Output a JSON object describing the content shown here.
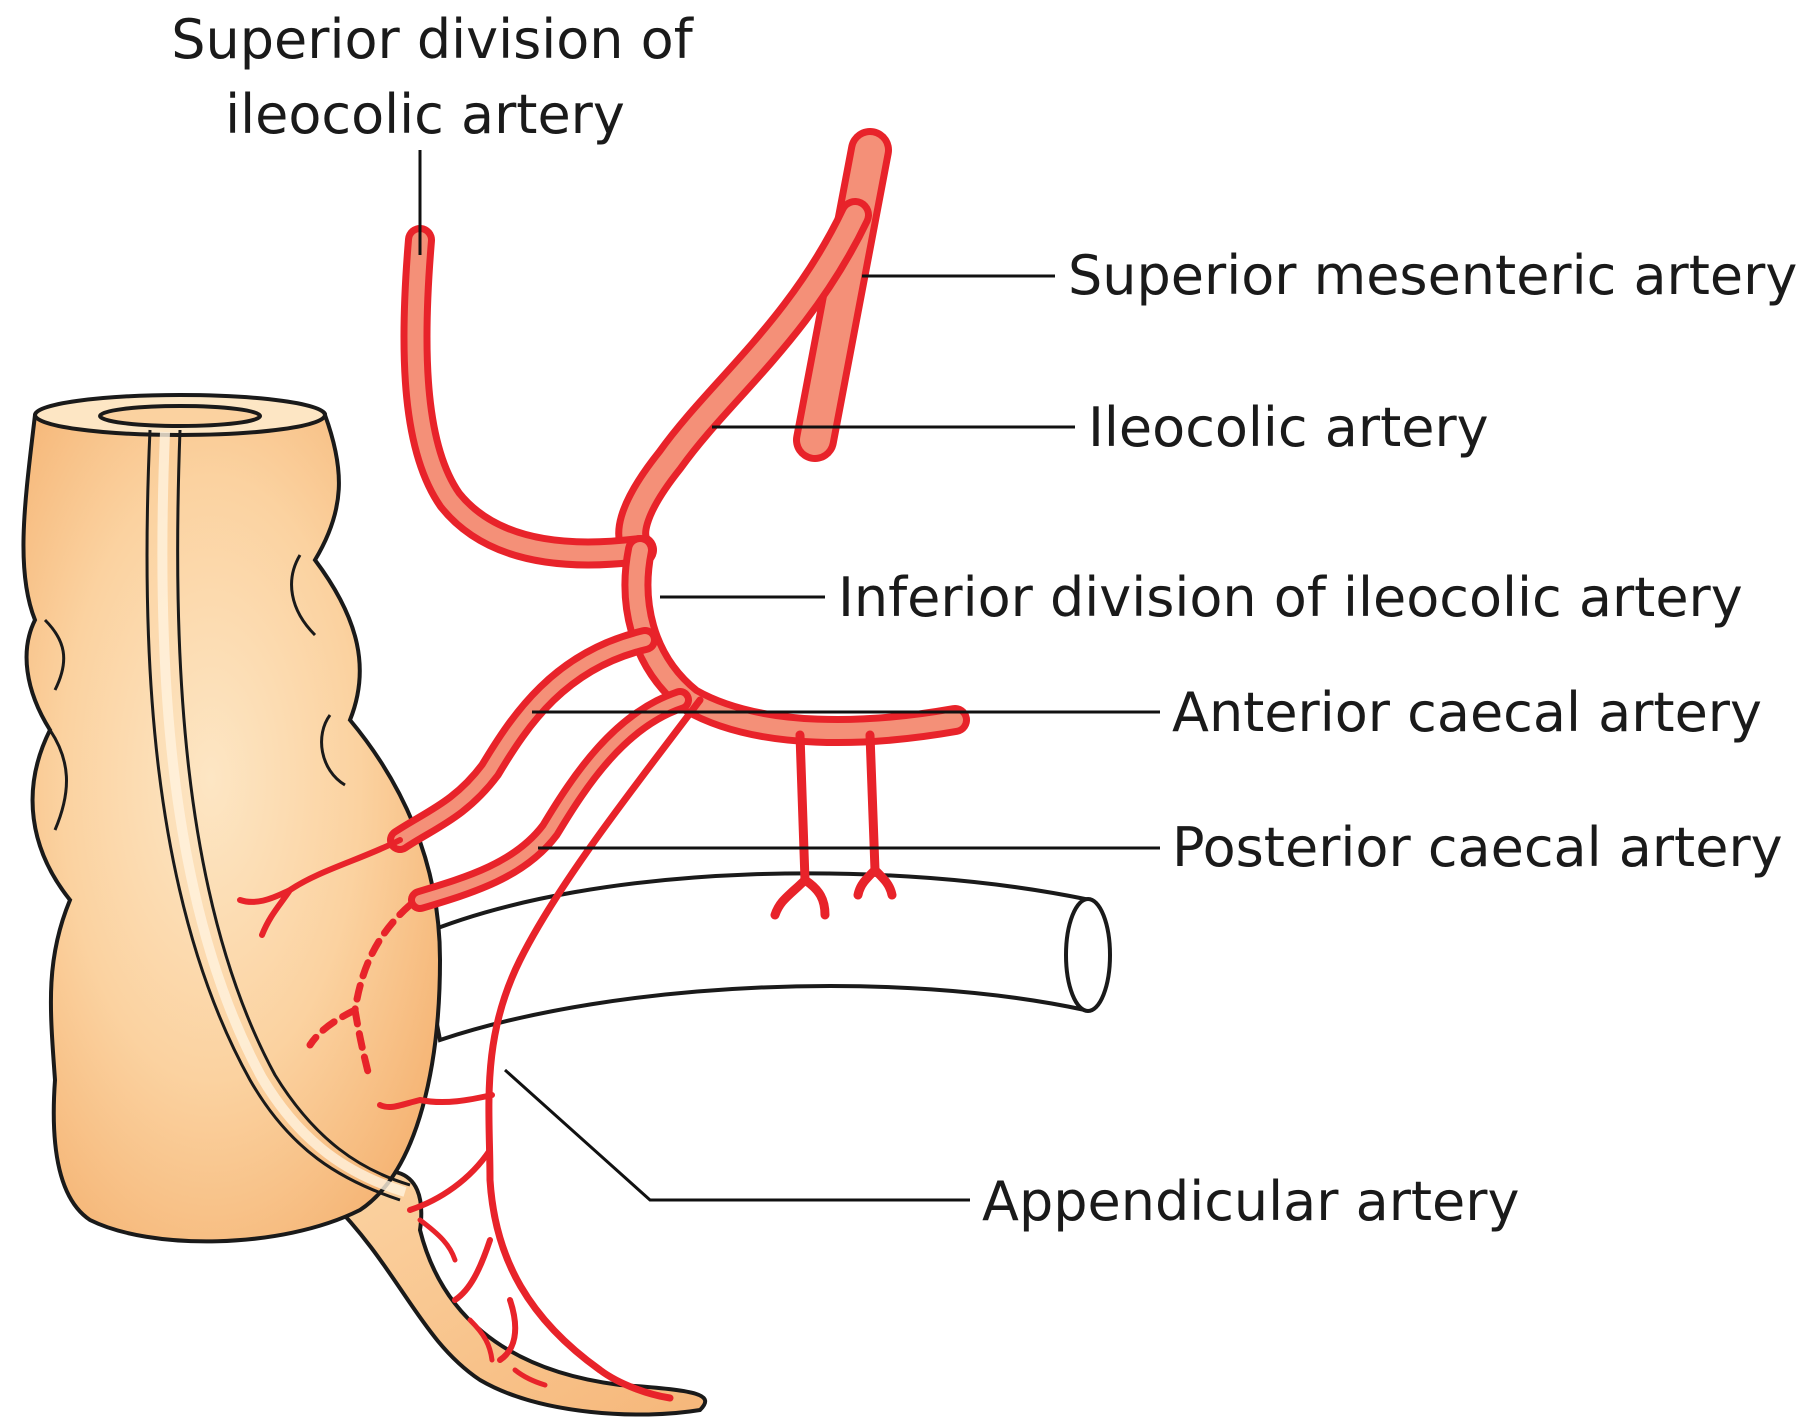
{
  "diagram": {
    "labels": {
      "superior_division_line1": "Superior division of",
      "superior_division_line2": "ileocolic artery",
      "superior_mesenteric": "Superior mesenteric artery",
      "ileocolic": "Ileocolic artery",
      "inferior_division": "Inferior division of ileocolic artery",
      "anterior_caecal": "Anterior caecal artery",
      "posterior_caecal": "Posterior caecal artery",
      "appendicular": "Appendicular artery"
    },
    "colors": {
      "artery_outline": "#e8232a",
      "artery_fill": "#f49078",
      "caecum_fill": "#f9c68c",
      "caecum_highlight": "#fde6c4",
      "caecum_outline": "#1a1a1a",
      "ileum_fill": "#ffffff",
      "leader_line": "#111111"
    }
  }
}
